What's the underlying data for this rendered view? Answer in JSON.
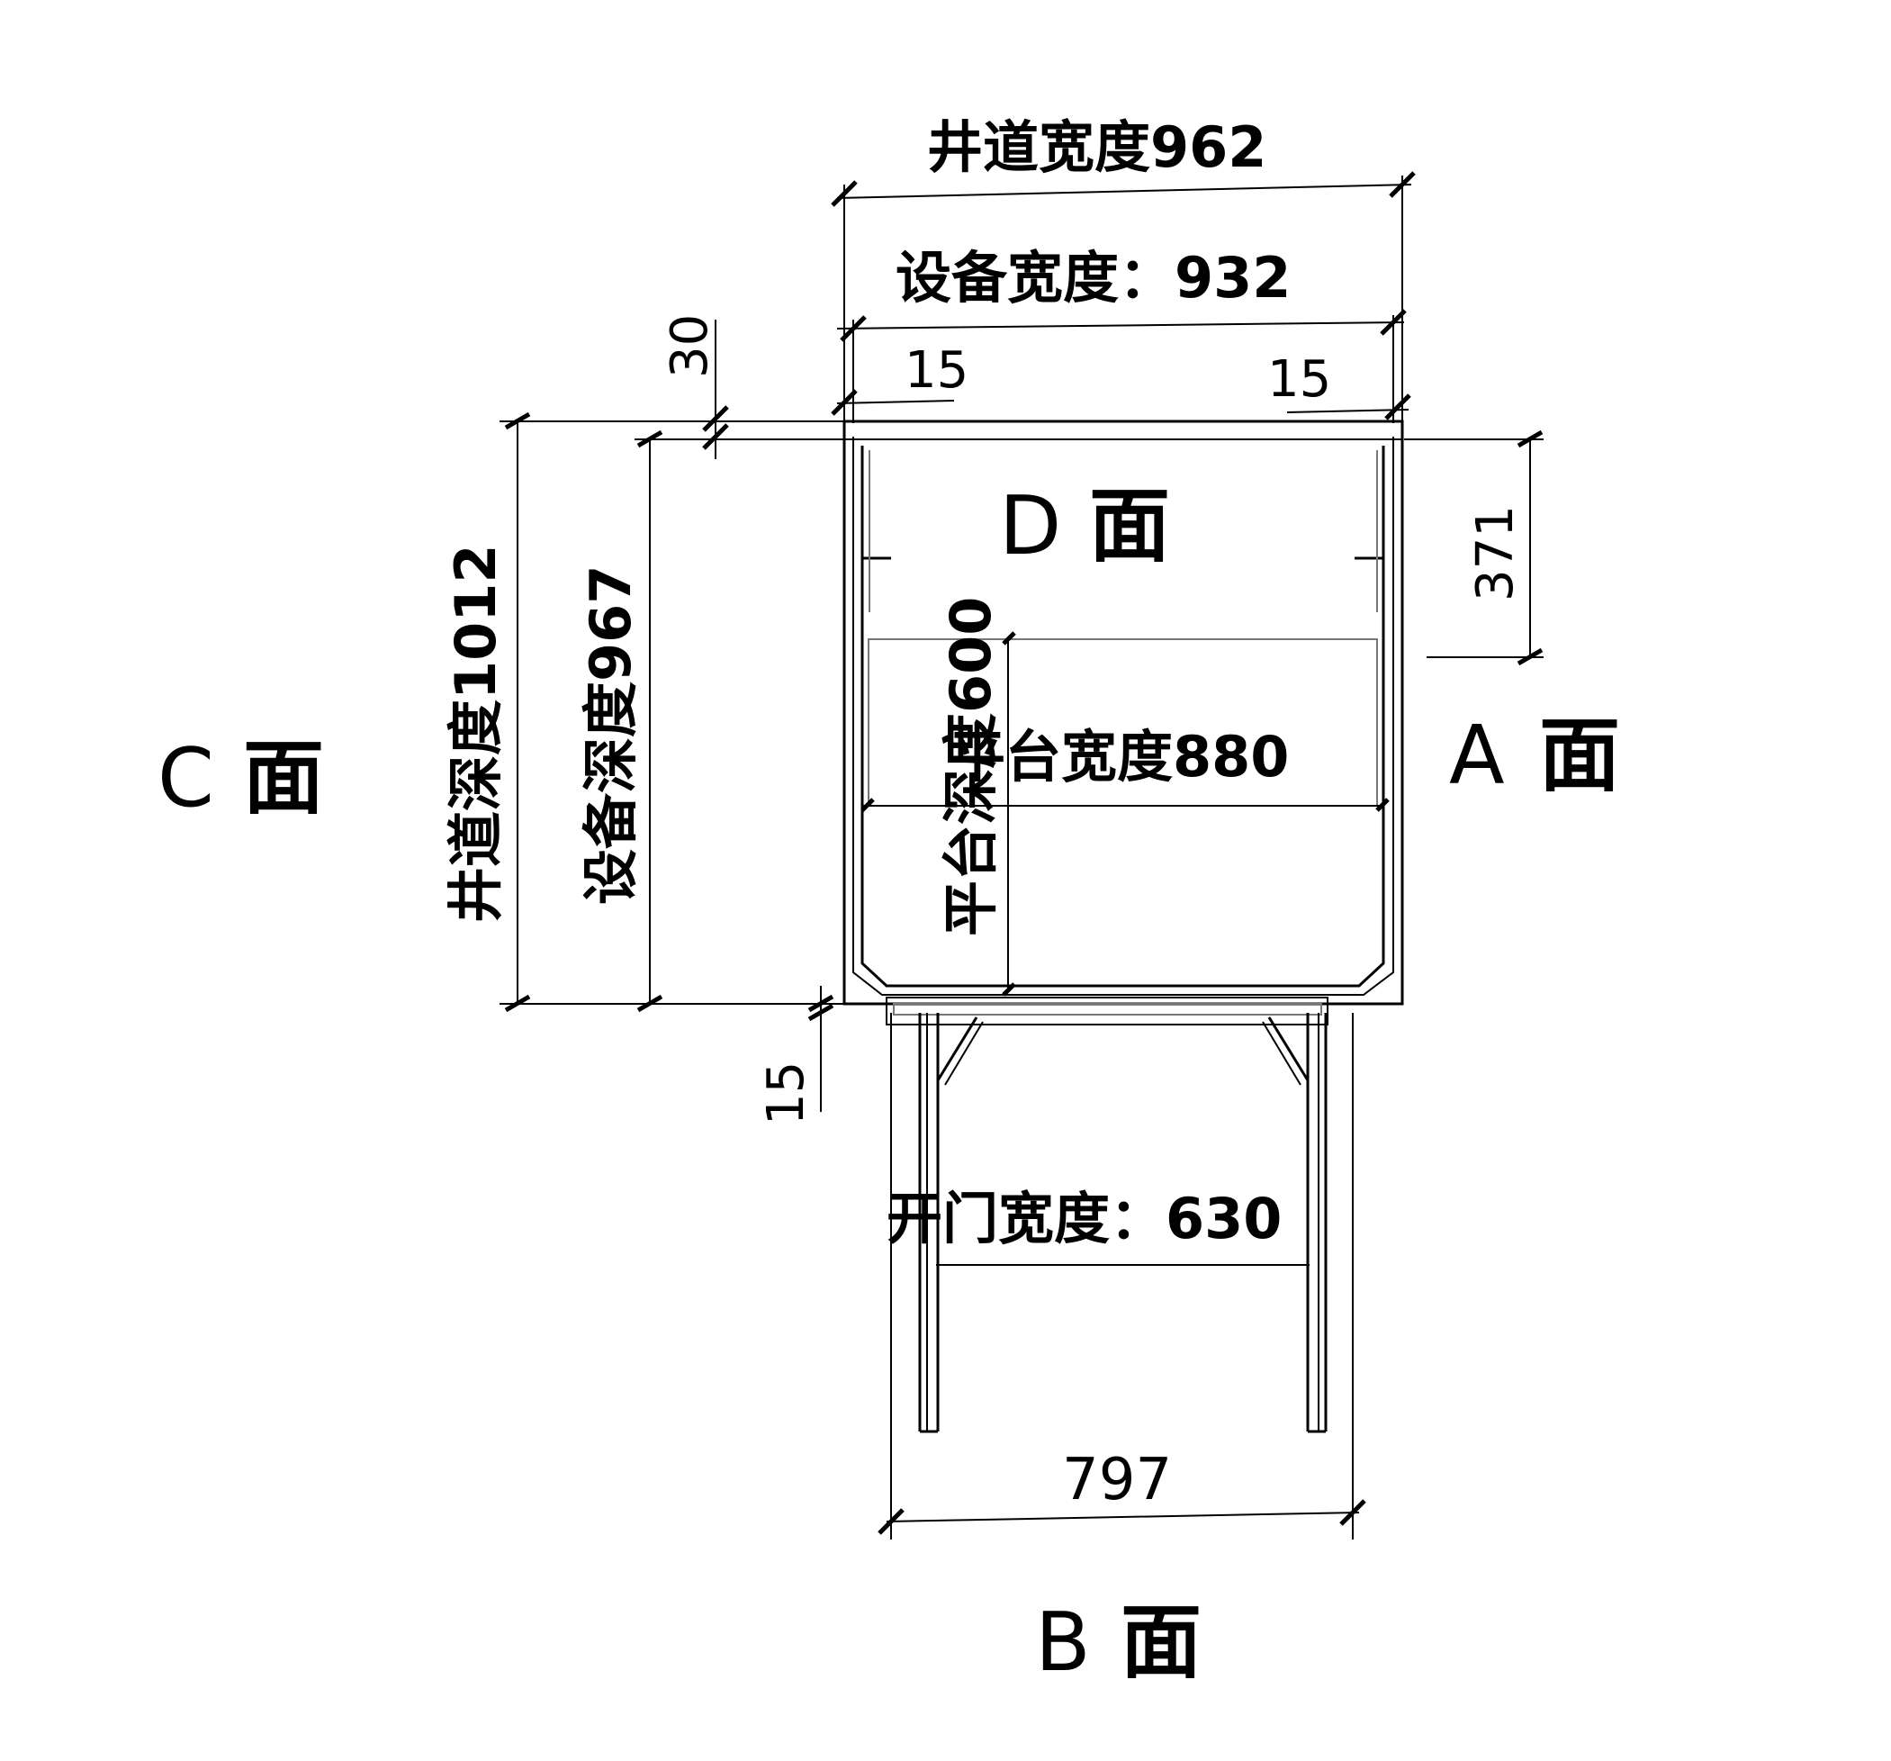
{
  "faces": {
    "A": {
      "letter": "A",
      "suffix": "面"
    },
    "B": {
      "letter": "B",
      "suffix": "面"
    },
    "C": {
      "letter": "C",
      "suffix": "面"
    },
    "D": {
      "letter": "D",
      "suffix": "面"
    }
  },
  "dimensions": {
    "shaft_width": "井道宽度962",
    "equipment_width": "设备宽度：932",
    "left_gap": "15",
    "right_gap": "15",
    "top_gap": "30",
    "shaft_depth": "井道深度1012",
    "equipment_depth": "设备深度967",
    "platform_depth": "平台深度600",
    "platform_width": "平台宽度880",
    "right_offset": "371",
    "bottom_gap": "15",
    "door_width": "开门宽度：630",
    "frame_width": "797"
  }
}
